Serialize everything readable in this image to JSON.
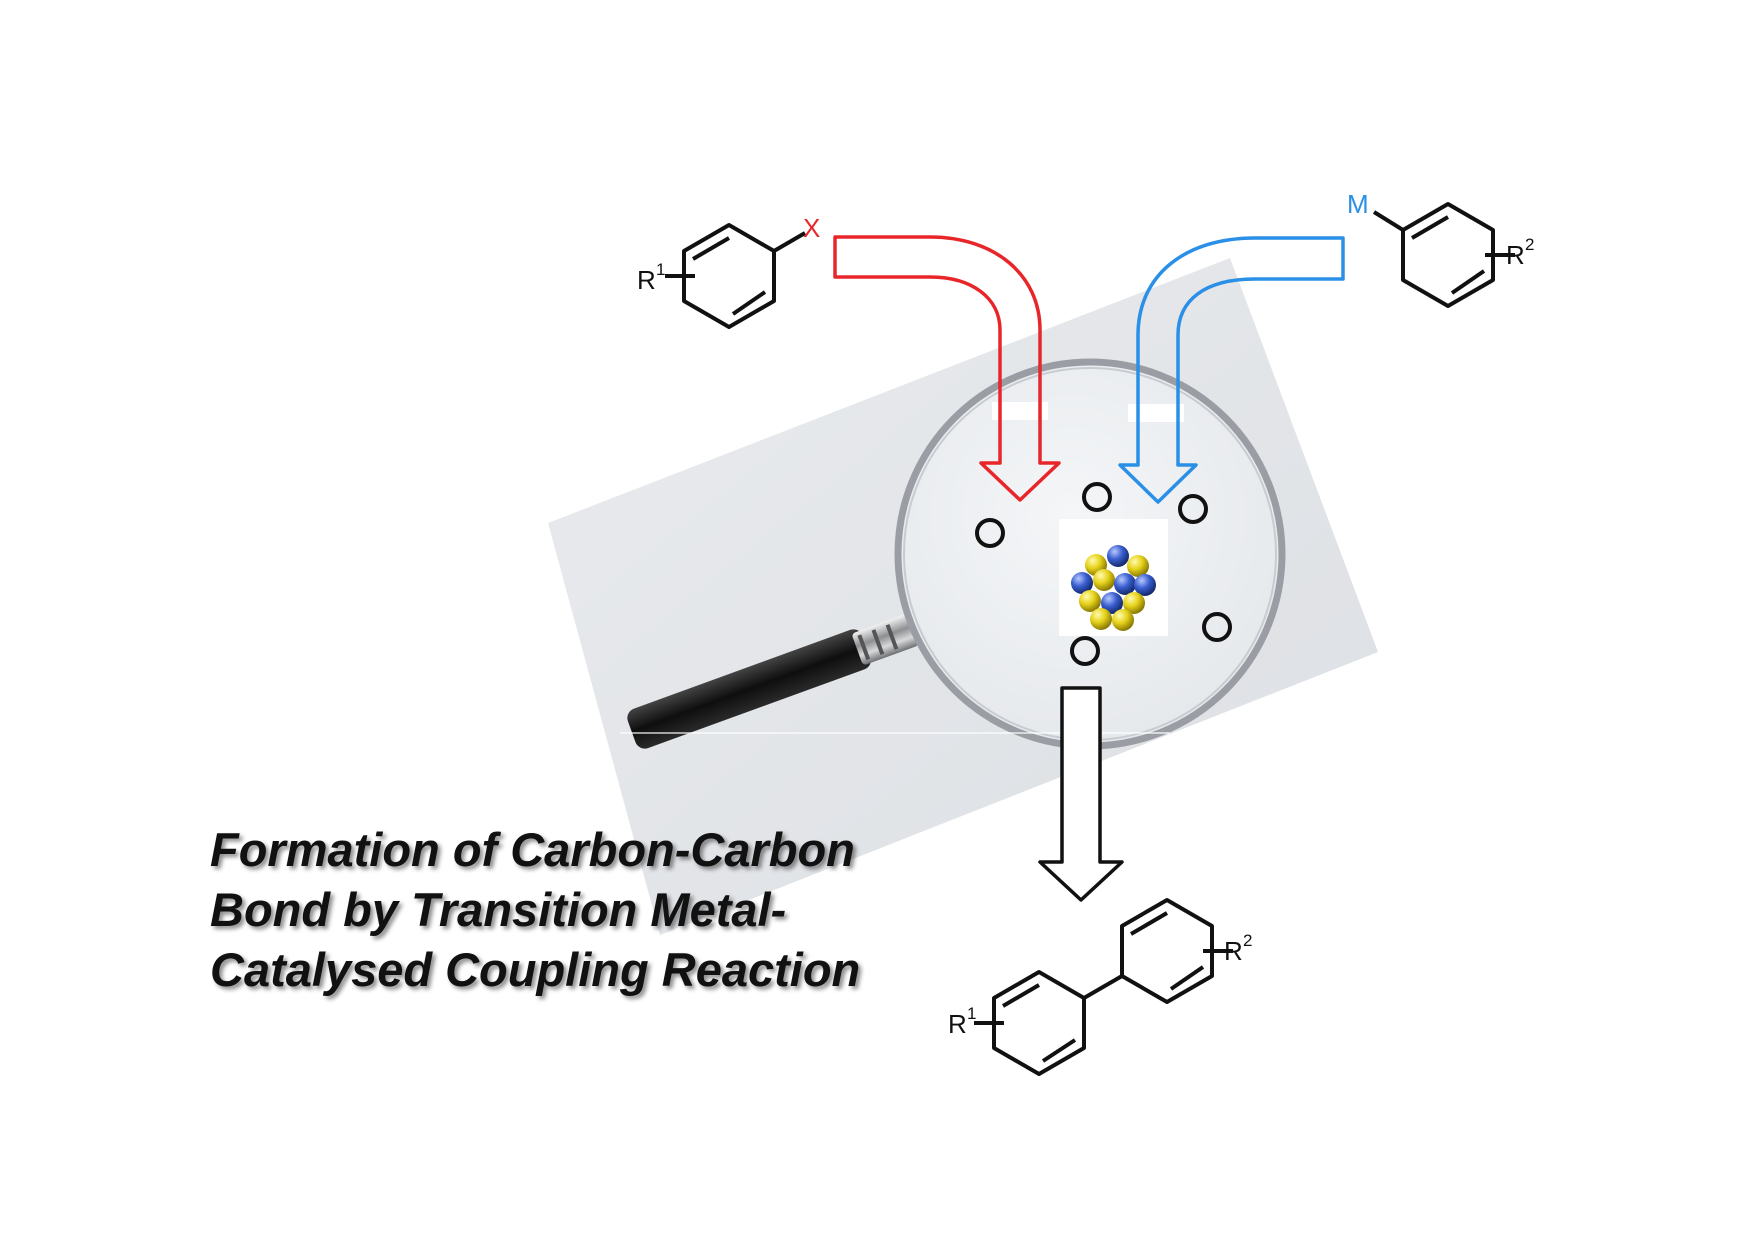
{
  "title_lines": [
    "Formation of Carbon-Carbon",
    "Bond by Transition Metal-",
    "Catalysed Coupling Reaction"
  ],
  "reactant_left": {
    "substituent": "R",
    "substituent_sup": "1",
    "leaving_group": "X"
  },
  "reactant_right": {
    "metal": "M",
    "substituent": "R",
    "substituent_sup": "2"
  },
  "product": {
    "left_substituent": "R",
    "left_sup": "1",
    "right_substituent": "R",
    "right_sup": "2"
  },
  "colors": {
    "halide_arrow": "#e8262a",
    "organometallic_arrow": "#2a8fe6",
    "product_arrow": "#111111",
    "cluster_yellow": "#e6d21a",
    "cluster_blue": "#3a5fd0"
  },
  "icons": [
    "magnifying-glass-icon",
    "metal-cluster-icon"
  ]
}
